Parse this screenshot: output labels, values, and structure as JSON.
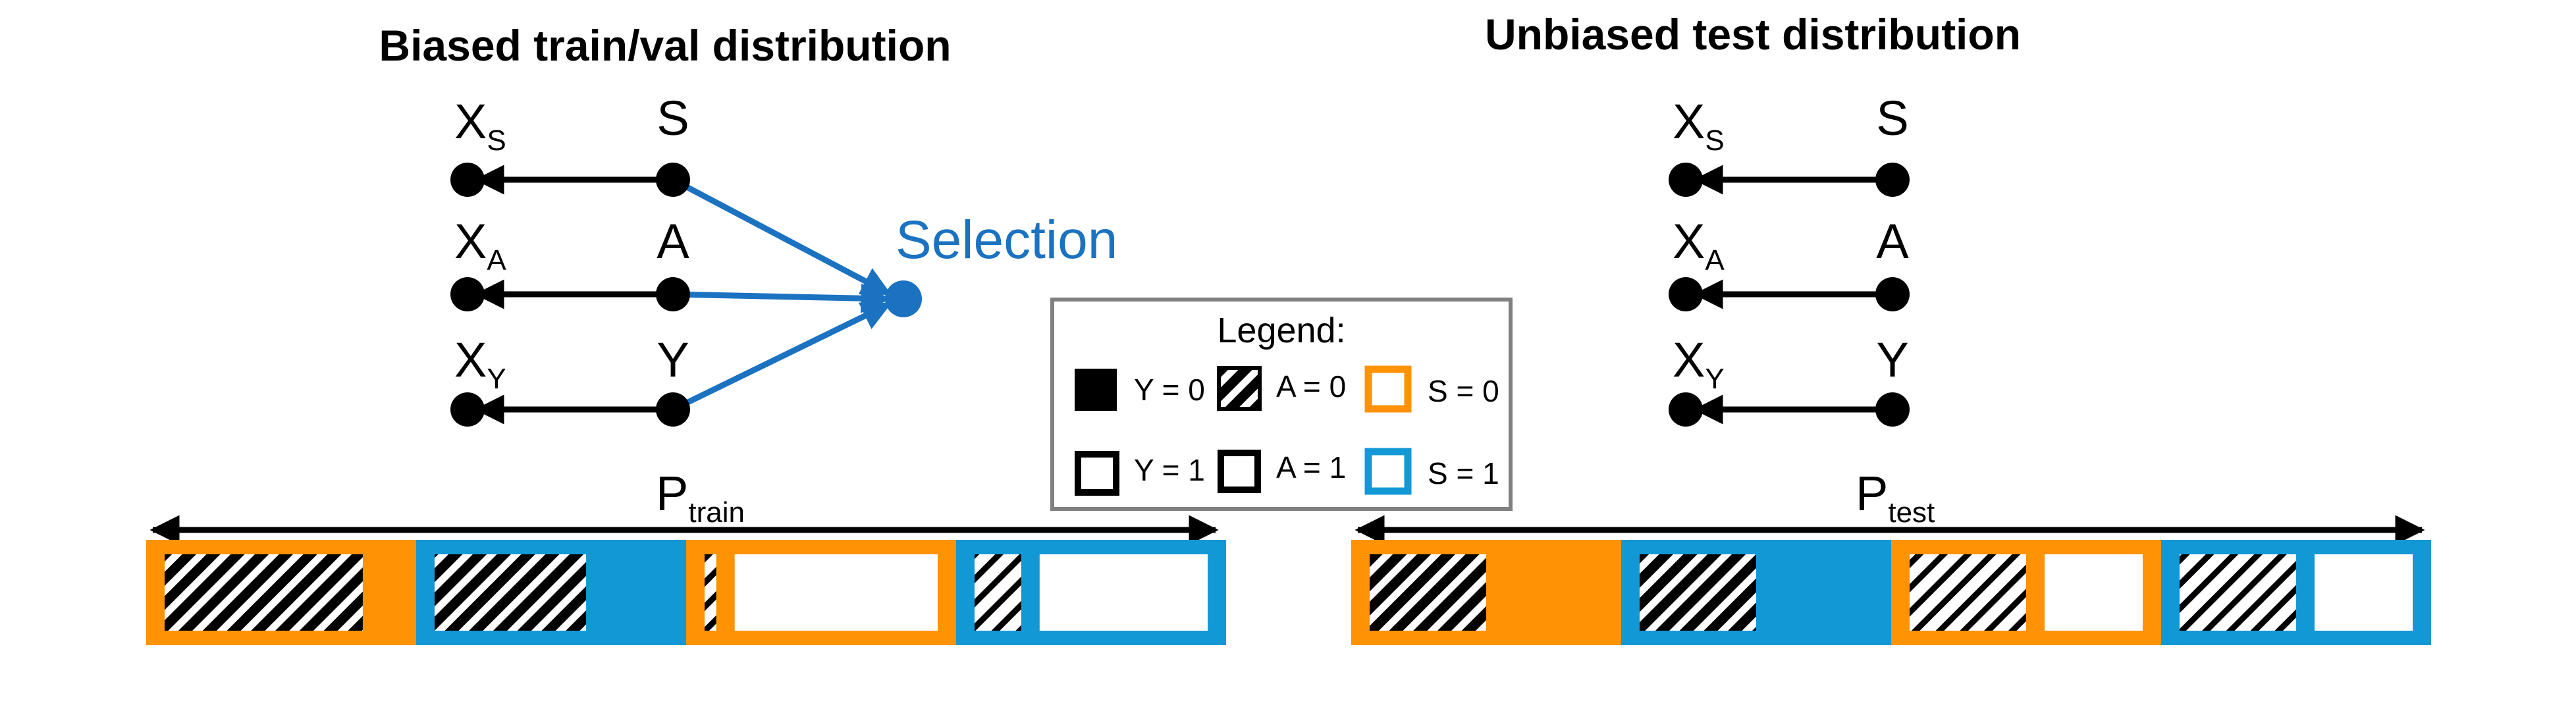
{
  "colors": {
    "orange": "#FF9205",
    "blue": "#1398D6",
    "selection": "#1B72C1",
    "black": "#000000",
    "white": "#FFFFFF",
    "legend_border": "#808080"
  },
  "left_panel": {
    "title": "Biased train/val distribution",
    "nodes": {
      "xs": {
        "main": "X",
        "sub": "S"
      },
      "s": "S",
      "xa": {
        "main": "X",
        "sub": "A"
      },
      "a": "A",
      "xy": {
        "main": "X",
        "sub": "Y"
      },
      "y": "Y"
    },
    "selection_label": "Selection"
  },
  "right_panel": {
    "title": "Unbiased test distribution",
    "nodes": {
      "xs": {
        "main": "X",
        "sub": "S"
      },
      "s": "S",
      "xa": {
        "main": "X",
        "sub": "A"
      },
      "a": "A",
      "xy": {
        "main": "X",
        "sub": "Y"
      },
      "y": "Y"
    }
  },
  "legend": {
    "title": "Legend:",
    "items": {
      "y0": "Y = 0",
      "a0": "A = 0",
      "s0": "S = 0",
      "y1": "Y = 1",
      "a1": "A = 1",
      "s1": "S = 1"
    }
  },
  "distributions": {
    "train": {
      "label": {
        "main": "P",
        "sub": "train"
      },
      "segments": [
        {
          "s": 0,
          "y": 0,
          "a0_fraction": 0.85
        },
        {
          "s": 1,
          "y": 0,
          "a0_fraction": 0.65
        },
        {
          "s": 0,
          "y": 1,
          "a0_fraction": 0.05
        },
        {
          "s": 1,
          "y": 1,
          "a0_fraction": 0.2
        }
      ]
    },
    "test": {
      "label": {
        "main": "P",
        "sub": "test"
      },
      "segments": [
        {
          "s": 0,
          "y": 0,
          "a0_fraction": 0.5
        },
        {
          "s": 1,
          "y": 0,
          "a0_fraction": 0.5
        },
        {
          "s": 0,
          "y": 1,
          "a0_fraction": 0.5
        },
        {
          "s": 1,
          "y": 1,
          "a0_fraction": 0.5
        }
      ]
    }
  }
}
